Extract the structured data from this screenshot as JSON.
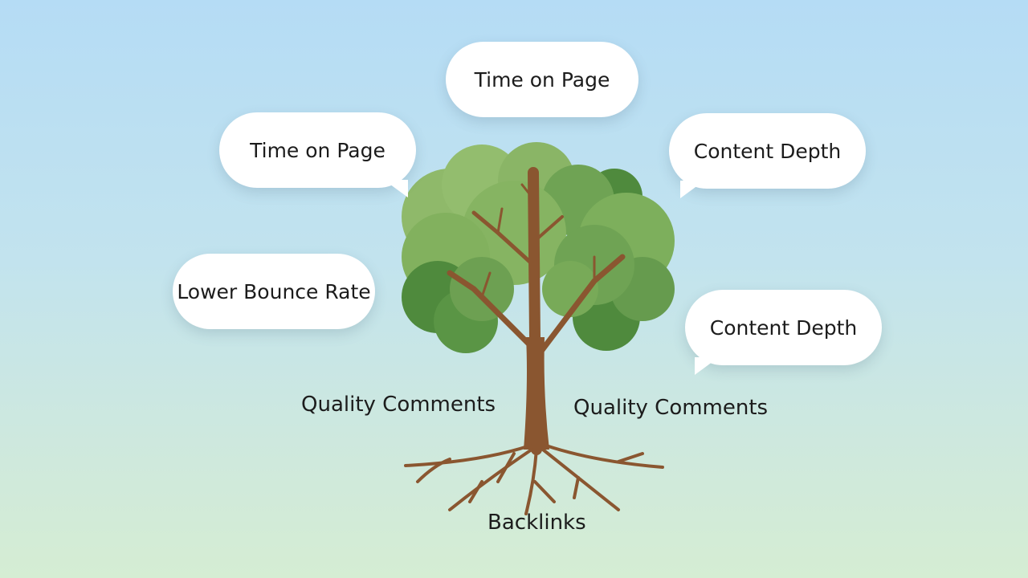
{
  "bubbles": [
    {
      "text": "Time on Page"
    },
    {
      "text": "Time on Page"
    },
    {
      "text": "Content Depth"
    },
    {
      "text": "Lower Bounce Rate"
    },
    {
      "text": "Content Depth"
    }
  ],
  "labels": {
    "left": "Quality Comments",
    "right": "Quality Comments",
    "roots": "Backlinks"
  },
  "colors": {
    "foliage_light": "#8fb96a",
    "foliage_dark": "#4f8a3d",
    "trunk": "#8a5630",
    "bubble": "#ffffff"
  }
}
